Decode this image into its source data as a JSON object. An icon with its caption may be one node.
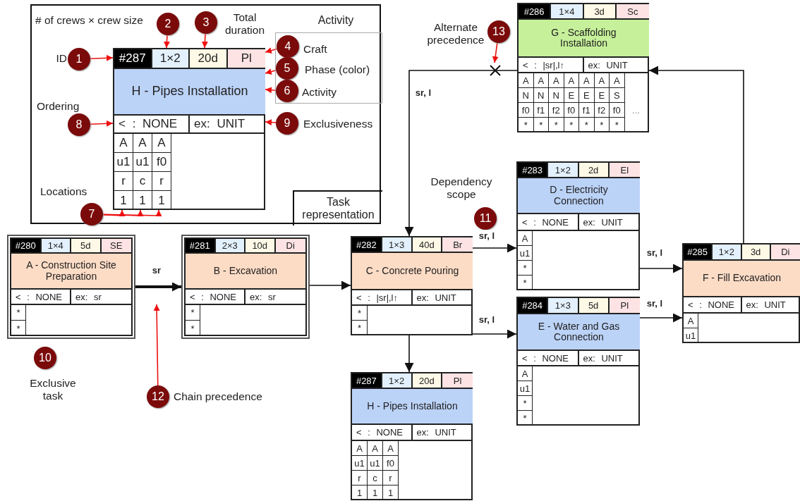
{
  "diagram": {
    "nodes": [
      {
        "text": [
          "Task representation"
        ]
      },
      {
        "text": [
          "1"
        ],
        "beside": [
          "ID"
        ],
        "in": 0
      },
      {
        "text": [
          "2"
        ],
        "beside": [
          "# of crews × crew size"
        ],
        "in": 0
      },
      {
        "text": [
          "3"
        ],
        "beside": [
          "Total duration"
        ],
        "in": 0
      },
      {
        "text": [
          "Activity"
        ],
        "in": 0
      },
      {
        "text": [
          "4"
        ],
        "beside": [
          "Craft"
        ],
        "in": 4
      },
      {
        "text": [
          "5"
        ],
        "beside": [
          "Phase (color)"
        ],
        "in": 4
      },
      {
        "text": [
          "6"
        ],
        "beside": [
          "Activity"
        ],
        "in": 4
      },
      {
        "text": [
          "#287",
          "1×2",
          "20d",
          "Pl",
          "H - Pipes Installation",
          "< : NONE",
          "ex: UNIT",
          "A u1 r 1",
          "A u1 c 1",
          "A f0 r 1"
        ],
        "in": 0
      },
      {
        "text": [
          "8"
        ],
        "beside": [
          "Ordering"
        ],
        "in": 0
      },
      {
        "text": [
          "9"
        ],
        "beside": [
          "Exclusiveness"
        ],
        "in": 0
      },
      {
        "text": [
          "7"
        ],
        "beside": [
          "Locations"
        ],
        "in": 0
      },
      {
        "text": [
          "#280",
          "1×4",
          "5d",
          "SE",
          "A - Construction Site Preparation",
          "< : NONE",
          "ex: sr",
          "* *"
        ]
      },
      {
        "text": [
          "#281",
          "2×3",
          "10d",
          "Di",
          "B - Excavation",
          "< : NONE",
          "ex: sr",
          "* *"
        ]
      },
      {
        "text": [
          "#282",
          "1×3",
          "40d",
          "Br",
          "C - Concrete Pouring",
          "< : |sr|,l↑",
          "ex: UNIT",
          "* *"
        ]
      },
      {
        "text": [
          "#287",
          "1×2",
          "20d",
          "Pl",
          "H - Pipes Installation",
          "< : NONE",
          "ex: UNIT",
          "A u1 r 1",
          "A u1 c 1",
          "A f0 r 1"
        ]
      },
      {
        "text": [
          "#283",
          "1×2",
          "2d",
          "El",
          "D - Electricity Connection",
          "< : NONE",
          "ex: UNIT",
          "A u1 * *"
        ]
      },
      {
        "text": [
          "#284",
          "1×3",
          "5d",
          "Pl",
          "E - Water and Gas Connection",
          "< : NONE",
          "ex: UNIT",
          "A u1 * *"
        ]
      },
      {
        "text": [
          "#285",
          "1×2",
          "3d",
          "Di",
          "F - Fill Excavation",
          "< : NONE",
          "ex: UNIT",
          "A u1"
        ]
      },
      {
        "text": [
          "#286",
          "1×4",
          "3d",
          "Sc",
          "G - Scaffolding Installation",
          "< : |sr|,l↑",
          "ex: UNIT",
          "A N f0 *",
          "A N f1 *",
          "A N f2 *",
          "A E f0 *",
          "A E f1 *",
          "A E f2 *",
          "A S f0 *",
          "..."
        ]
      },
      {
        "text": [
          "10"
        ],
        "beside": [
          "Exclusive task"
        ]
      },
      {
        "text": [
          "11"
        ],
        "beside": [
          "Dependency scope"
        ]
      },
      {
        "text": [
          "12"
        ],
        "beside": [
          "Chain precedence"
        ]
      },
      {
        "text": [
          "13"
        ],
        "beside": [
          "Alternate precedence"
        ]
      }
    ],
    "edges": [
      {
        "from": 1,
        "to": 8,
        "arrow": "to"
      },
      {
        "from": 2,
        "to": 8,
        "arrow": "to"
      },
      {
        "from": 3,
        "to": 8,
        "arrow": "to"
      },
      {
        "from": 5,
        "to": 8,
        "arrow": "to"
      },
      {
        "from": 6,
        "to": 8,
        "arrow": "to"
      },
      {
        "from": 7,
        "to": 8,
        "arrow": "to"
      },
      {
        "from": 9,
        "to": 8,
        "arrow": "to"
      },
      {
        "from": 10,
        "to": 8,
        "arrow": "to"
      },
      {
        "from": 11,
        "to": 8,
        "arrow": "to"
      },
      {
        "from": 11,
        "to": 8,
        "arrow": "to"
      },
      {
        "from": 11,
        "to": 8,
        "arrow": "to"
      },
      {
        "from": 22,
        "to": null,
        "arrow": "to"
      },
      {
        "from": 23,
        "to": null,
        "arrow": "to"
      },
      {
        "from": 12,
        "to": 13,
        "arrow": "to",
        "label": "sr",
        "style": "thick",
        "color": "#111111"
      },
      {
        "from": 13,
        "to": 14,
        "arrow": "to",
        "color": "#111111"
      },
      {
        "from": 14,
        "to": 16,
        "arrow": "to",
        "label": "sr, l",
        "color": "#111111"
      },
      {
        "from": 14,
        "to": 17,
        "arrow": "to",
        "label": "sr, l",
        "color": "#111111"
      },
      {
        "from": 16,
        "to": 18,
        "arrow": "to",
        "label": "sr, l",
        "color": "#111111"
      },
      {
        "from": 17,
        "to": 18,
        "arrow": "to",
        "label": "sr, l",
        "color": "#111111"
      },
      {
        "from": 18,
        "to": 19,
        "arrow": "to",
        "color": "#111111"
      },
      {
        "from": 19,
        "to": 14,
        "arrow": "to",
        "label": "sr, l",
        "color": "#111111"
      },
      {
        "from": 14,
        "to": 15,
        "arrow": "to",
        "color": "#111111"
      }
    ]
  }
}
